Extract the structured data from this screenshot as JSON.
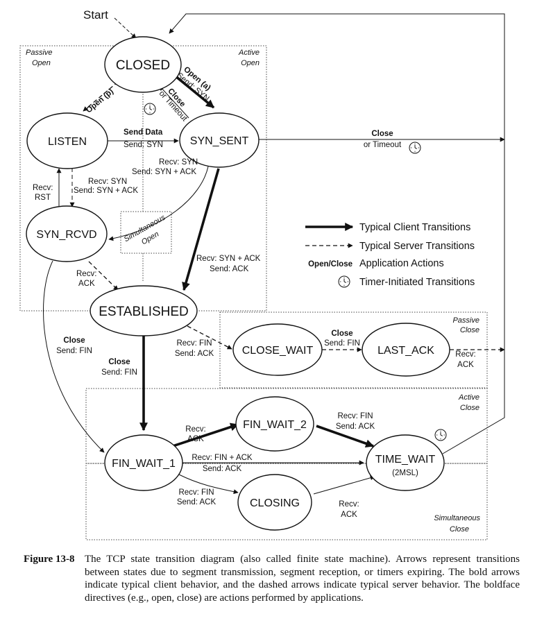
{
  "start_label": "Start",
  "states": {
    "closed": "CLOSED",
    "listen": "LISTEN",
    "syn_sent": "SYN_SENT",
    "syn_rcvd": "SYN_RCVD",
    "established": "ESTABLISHED",
    "close_wait": "CLOSE_WAIT",
    "last_ack": "LAST_ACK",
    "fin_wait_1": "FIN_WAIT_1",
    "fin_wait_2": "FIN_WAIT_2",
    "closing": "CLOSING",
    "time_wait": "TIME_WAIT",
    "time_wait_note": "(2MSL)"
  },
  "regions": {
    "passive_open_1": "Passive",
    "passive_open_2": "Open",
    "active_open_1": "Active",
    "active_open_2": "Open",
    "passive_close_1": "Passive",
    "passive_close_2": "Close",
    "active_close_1": "Active",
    "active_close_2": "Close",
    "simultaneous_close_1": "Simultaneous",
    "simultaneous_close_2": "Close",
    "simultaneous_open_1": "Simultaneous",
    "simultaneous_open_2": "Open"
  },
  "transitions": {
    "open_p": "Open (p)",
    "open_a": "Open (a)",
    "send_syn": "Send: SYN",
    "close": "Close",
    "or_timeout": "or Timeout",
    "send_data": "Send Data",
    "send_syn_2": "Send: SYN",
    "recv_syn_ss_1": "Recv: SYN",
    "recv_syn_ss_2": "Send: SYN + ACK",
    "recv_syn_l_1": "Recv: SYN",
    "recv_syn_l_2": "Send: SYN + ACK",
    "recv_rst_1": "Recv:",
    "recv_rst_2": "RST",
    "close_top_1": "Close",
    "close_top_2": "or Timeout",
    "recv_synack_1": "Recv: SYN + ACK",
    "recv_synack_2": "Send: ACK",
    "recv_ack_1": "Recv:",
    "recv_ack_2": "ACK",
    "close_sr_1": "Close",
    "close_sr_2": "Send: FIN",
    "close_est_1": "Close",
    "close_est_2": "Send: FIN",
    "recv_fin_est_1": "Recv: FIN",
    "recv_fin_est_2": "Send: ACK",
    "close_cw_1": "Close",
    "close_cw_2": "Send: FIN",
    "recv_ack_la_1": "Recv:",
    "recv_ack_la_2": "ACK",
    "recv_ack_fw1_1": "Recv:",
    "recv_ack_fw1_2": "ACK",
    "recv_fin_fw2_1": "Recv: FIN",
    "recv_fin_fw2_2": "Send: ACK",
    "recv_finack_1": "Recv: FIN + ACK",
    "recv_finack_2": "Send: ACK",
    "recv_fin_cl_1": "Recv: FIN",
    "recv_fin_cl_2": "Send: ACK",
    "recv_ack_cl_1": "Recv:",
    "recv_ack_cl_2": "ACK"
  },
  "legend": {
    "client": "Typical Client Transitions",
    "server": "Typical Server Transitions",
    "app_bold": "Open/Close",
    "app_text": "Application Actions",
    "timer": "Timer-Initiated Transitions"
  },
  "caption": {
    "label": "Figure 13-8",
    "text": "The TCP state transition diagram (also called finite state machine). Arrows represent transitions between states due to segment transmission, segment reception, or timers expiring. The bold arrows indicate typical client behavior, and the dashed arrows indicate typical server behavior. The boldface directives (e.g., open, close) are actions performed by applications."
  },
  "colors": {
    "ink": "#111111",
    "background": "#ffffff"
  },
  "icons": {
    "timer": "clock-icon"
  }
}
